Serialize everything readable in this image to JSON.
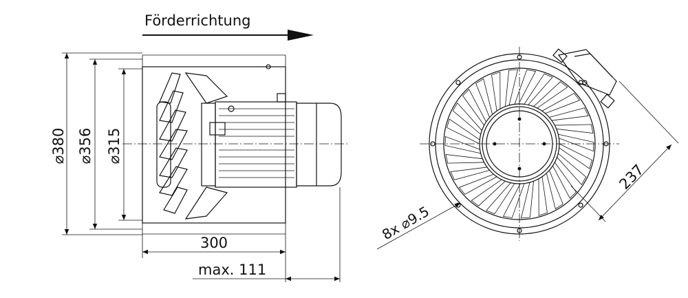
{
  "labels": {
    "direction": "Förderrichtung",
    "dia_380": "⌀380",
    "dia_356": "⌀356",
    "dia_315": "⌀315",
    "length_300": "300",
    "max_111": "max. 111",
    "holes": "8x ⌀9.5",
    "dim_237": "237"
  },
  "colors": {
    "line": "#111111",
    "background": "#ffffff"
  }
}
